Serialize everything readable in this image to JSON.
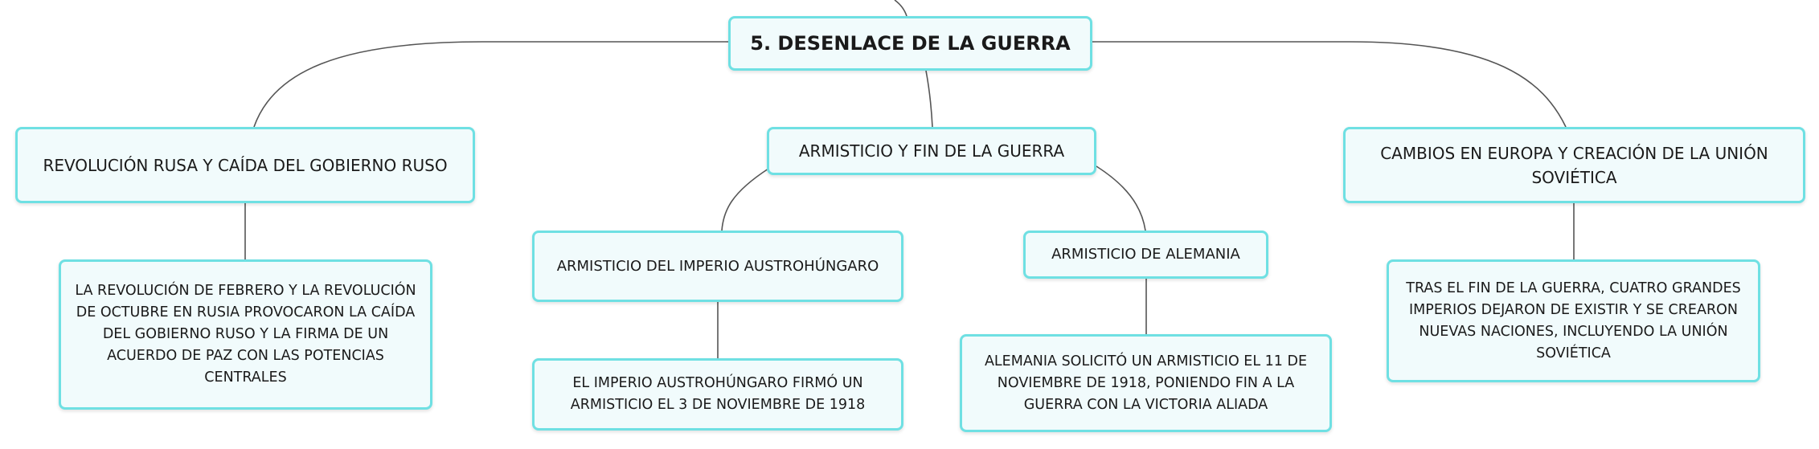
{
  "root": {
    "label": "5. DESENLACE DE LA GUERRA"
  },
  "branches": [
    {
      "label": "REVOLUCIÓN RUSA Y CAÍDA DEL GOBIERNO RUSO",
      "detail": "LA REVOLUCIÓN DE FEBRERO Y LA REVOLUCIÓN DE OCTUBRE EN RUSIA PROVOCARON LA CAÍDA DEL GOBIERNO RUSO Y LA FIRMA DE UN ACUERDO DE PAZ CON LAS POTENCIAS CENTRALES"
    },
    {
      "label": "ARMISTICIO Y FIN DE LA GUERRA",
      "children": [
        {
          "label": "ARMISTICIO DEL IMPERIO AUSTROHÚNGARO",
          "detail": "EL IMPERIO AUSTROHÚNGARO FIRMÓ UN ARMISTICIO EL 3 DE NOVIEMBRE DE 1918"
        },
        {
          "label": "ARMISTICIO DE ALEMANIA",
          "detail": "ALEMANIA SOLICITÓ UN ARMISTICIO EL 11 DE NOVIEMBRE DE 1918, PONIENDO FIN A LA GUERRA CON LA VICTORIA ALIADA"
        }
      ]
    },
    {
      "label": "CAMBIOS EN EUROPA Y CREACIÓN DE LA UNIÓN SOVIÉTICA",
      "detail": "TRAS EL FIN DE LA GUERRA, CUATRO GRANDES IMPERIOS DEJARON DE EXISTIR Y SE CREARON NUEVAS NACIONES, INCLUYENDO LA UNIÓN SOVIÉTICA"
    }
  ],
  "colors": {
    "node_border": "#6fe0e3",
    "node_fill": "#f1fbfc",
    "connector": "#555555"
  }
}
